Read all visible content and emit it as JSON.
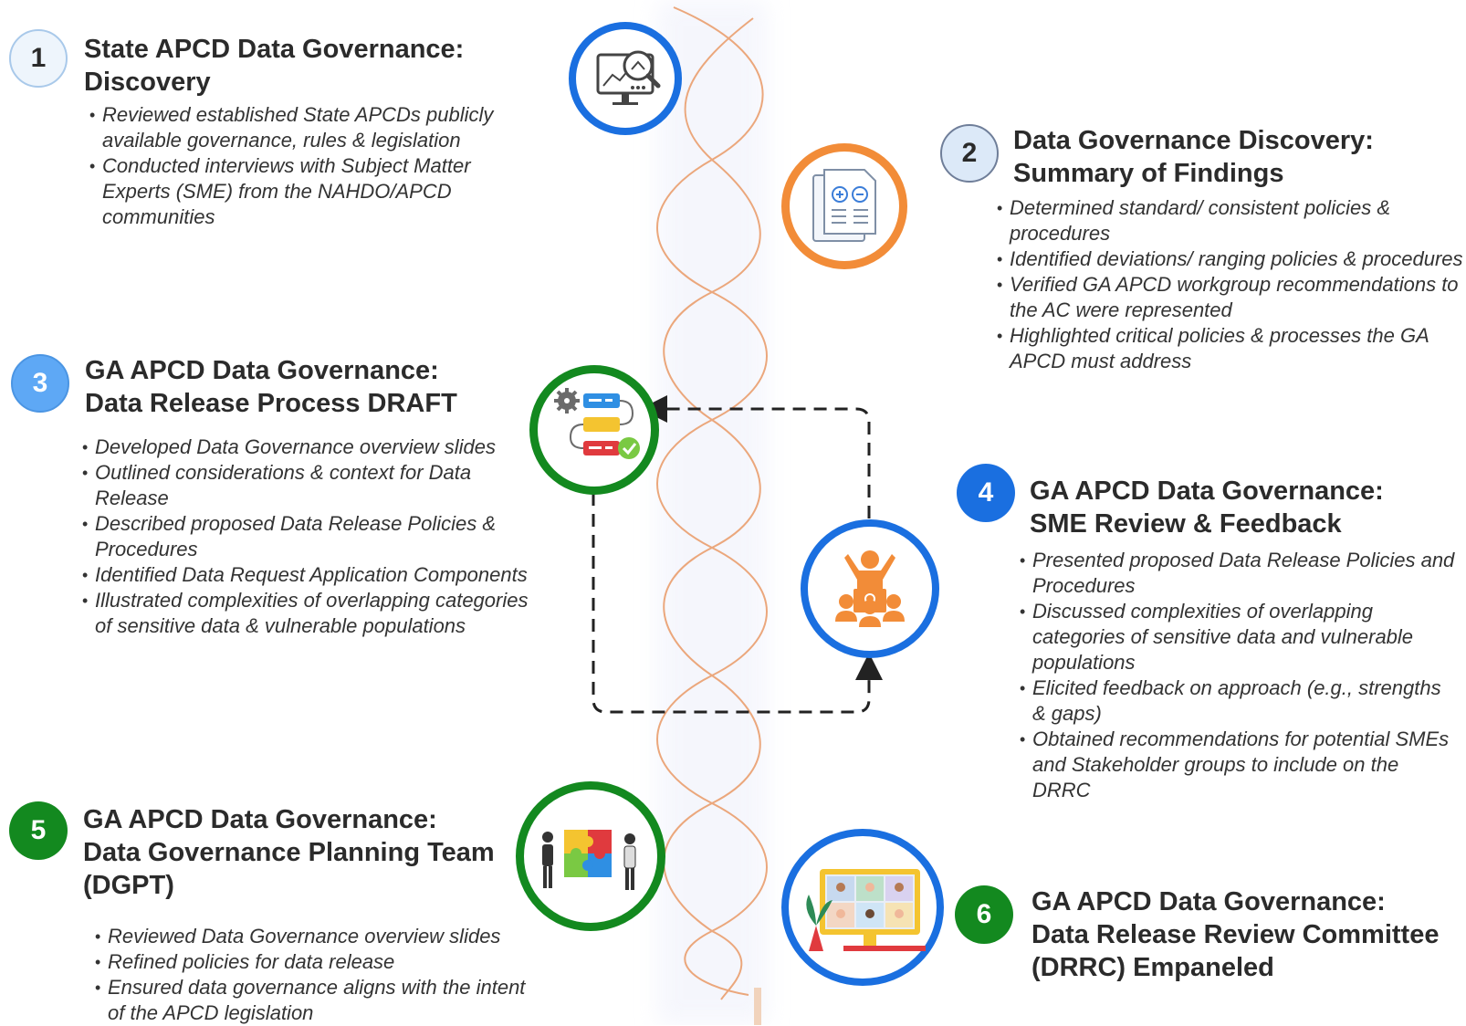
{
  "colors": {
    "blue": "#1a6fe0",
    "light_blue": "#5ea8f5",
    "pale_blue": "#dce9f8",
    "orange": "#f28c38",
    "green": "#13891f",
    "helix": "#eba77c"
  },
  "steps": [
    {
      "number": "1",
      "title": [
        "State APCD Data Governance:",
        "Discovery"
      ],
      "bullets": [
        "Reviewed established State APCDs publicly available governance, rules & legislation",
        "Conducted interviews with Subject Matter Experts (SME) from the NAHDO/APCD communities"
      ],
      "icon": "monitor-search-icon"
    },
    {
      "number": "2",
      "title": [
        "Data Governance Discovery:",
        "Summary of Findings"
      ],
      "bullets": [
        "Determined standard/ consistent policies & procedures",
        "Identified deviations/ ranging policies & procedures",
        "Verified GA APCD workgroup recommendations to the AC were represented",
        "Highlighted critical policies & processes the GA APCD must address"
      ],
      "icon": "documents-icon"
    },
    {
      "number": "3",
      "title": [
        "GA APCD Data Governance:",
        "Data Release Process DRAFT"
      ],
      "bullets": [
        "Developed Data Governance overview slides",
        "Outlined considerations & context for Data Release",
        "Described proposed Data Release Policies & Procedures",
        "Identified Data Request Application Components",
        "Illustrated complexities of overlapping categories of sensitive data & vulnerable populations"
      ],
      "icon": "process-flow-icon"
    },
    {
      "number": "4",
      "title": [
        "GA APCD Data Governance:",
        "SME Review & Feedback"
      ],
      "bullets": [
        "Presented proposed Data Release Policies and Procedures",
        "Discussed complexities of overlapping categories of sensitive data and vulnerable populations",
        "Elicited feedback on approach (e.g., strengths & gaps)",
        "Obtained recommendations for potential SMEs and Stakeholder groups to include on the DRRC"
      ],
      "icon": "presenter-audience-icon"
    },
    {
      "number": "5",
      "title": [
        "GA APCD Data Governance:",
        "Data Governance Planning Team",
        "(DGPT)"
      ],
      "bullets": [
        "Reviewed Data Governance overview slides",
        "Refined policies for data release",
        "Ensured data governance aligns with the intent of the APCD legislation"
      ],
      "icon": "puzzle-team-icon"
    },
    {
      "number": "6",
      "title": [
        "GA APCD Data Governance:",
        "Data Release Review Committee",
        "(DRRC) Empaneled"
      ],
      "bullets": [],
      "icon": "video-conference-icon"
    }
  ]
}
